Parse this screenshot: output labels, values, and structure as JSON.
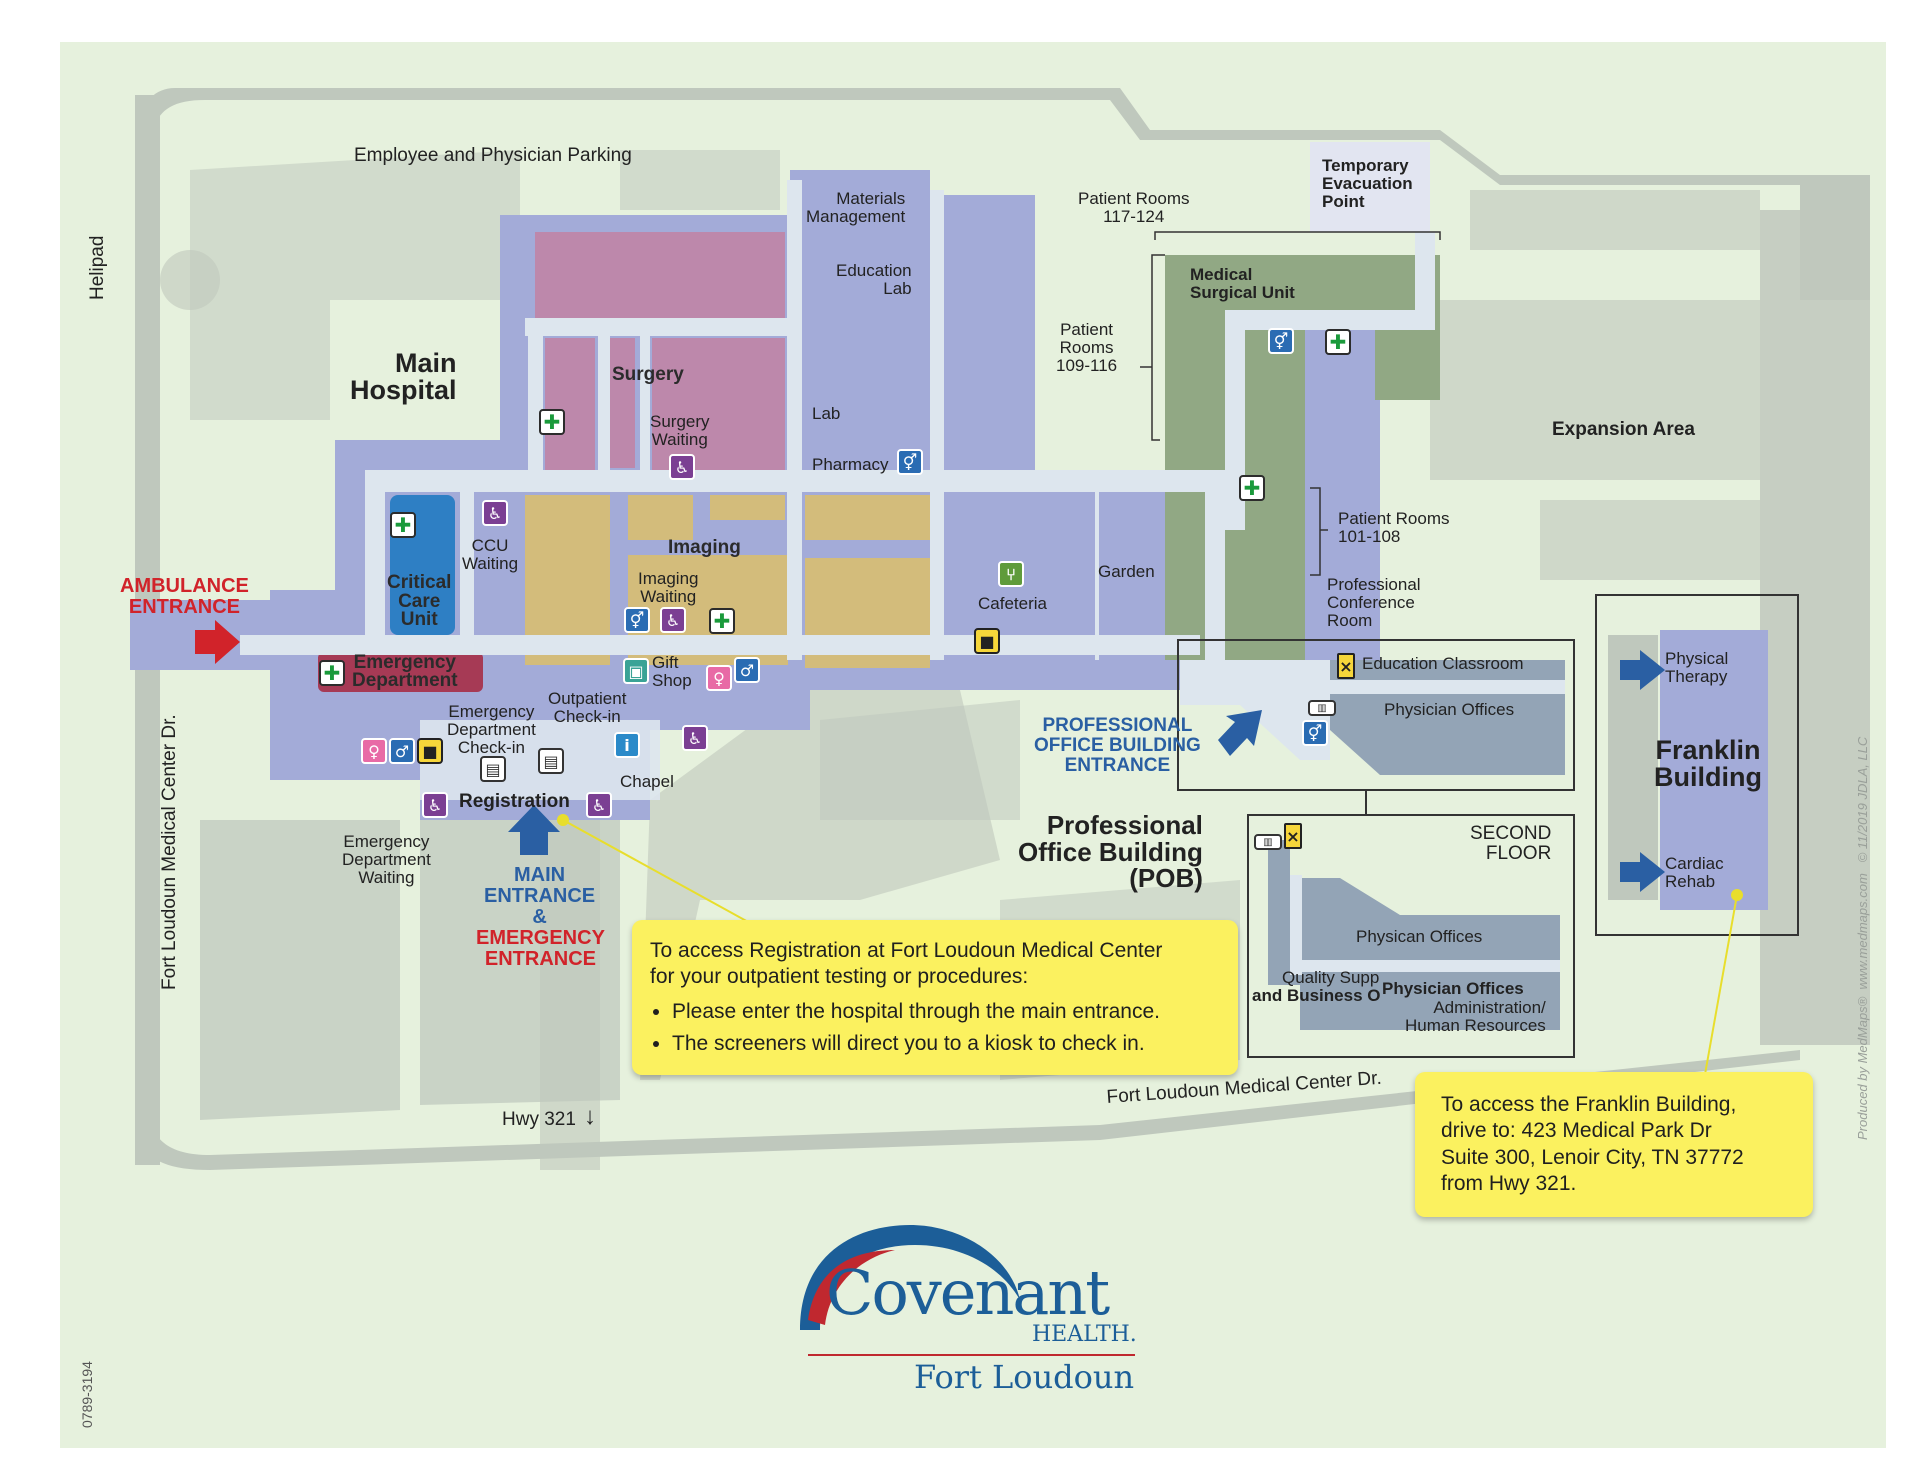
{
  "colors": {
    "background": "#e6f1dd",
    "roads": "#bfc8bd",
    "corridor": "#dde6ee",
    "main_building": "#a3abd8",
    "surgery": "#bd88ab",
    "imaging": "#d3bc7b",
    "critical_care": "#2e7fc4",
    "emergency": "#a63a55",
    "med_surg": "#91a884",
    "pob": "#93a4b6",
    "callout": "#fbf15f",
    "brand_blue": "#1c5e98",
    "brand_red": "#c0282f"
  },
  "map": {
    "parking_label": "Employee and Physician Parking",
    "helipad": "Helipad",
    "main_hospital": "Main\nHospital",
    "surgery": "Surgery",
    "surgery_waiting": "Surgery\nWaiting",
    "materials_mgmt": "Materials\nManagement",
    "education_lab": "Education\nLab",
    "lab": "Lab",
    "pharmacy": "Pharmacy",
    "ccu_waiting": "CCU\nWaiting",
    "imaging": "Imaging",
    "imaging_waiting": "Imaging\nWaiting",
    "critical_care": "Critical\nCare\nUnit",
    "emergency_dept": "Emergency\nDepartment",
    "cafeteria": "Cafeteria",
    "garden": "Garden",
    "gift_shop": "Gift\nShop",
    "outpatient_checkin": "Outpatient\nCheck-in",
    "ed_checkin": "Emergency\nDepartment\nCheck-in",
    "chapel": "Chapel",
    "registration": "Registration",
    "ed_waiting": "Emergency\nDepartment\nWaiting",
    "ambulance_entrance": "AMBULANCE\nENTRANCE",
    "main_entrance": "MAIN\nENTRANCE\n&",
    "emergency_entrance": "EMERGENCY\nENTRANCE",
    "fort_loudoun_dr_vertical": "Fort Loudoun Medical Center Dr.",
    "fort_loudoun_dr": "Fort Loudoun Medical Center Dr.",
    "hwy": "Hwy 321",
    "temp_evac": "Temporary\nEvacuation\nPoint",
    "patient_rooms_117": "Patient Rooms\n117-124",
    "med_surg_unit": "Medical\nSurgical Unit",
    "patient_rooms_109": "Patient\nRooms\n109-116",
    "patient_rooms_101": "Patient Rooms\n101-108",
    "expansion_area": "Expansion Area",
    "prof_conf_room": "Professional\nConference\nRoom",
    "education_classroom": "Education Classroom",
    "physician_offices": "Physician Offices",
    "pob_entrance": "PROFESSIONAL\nOFFICE BUILDING\nENTRANCE",
    "pob_title": "Professional\nOffice Building\n(POB)",
    "second_floor": "SECOND\nFLOOR",
    "physican_offices_2": "Physican Offices",
    "quality_support": "Quality Supp",
    "business_office": "and Business O",
    "physician_offices_bold": "Physician Offices",
    "admin_hr": "Administration/\nHuman Resources",
    "franklin_building": "Franklin\nBuilding",
    "physical_therapy": "Physical\nTherapy",
    "cardiac_rehab": "Cardiac\nRehab",
    "side_credit": "Produced by MedMaps®  www.medmaps.com   © 11/2019 JDLA, LLC",
    "doc_number": "0789-3194"
  },
  "callouts": {
    "registration": {
      "text": "To access Registration at Fort Loudoun Medical Center\nfor your outpatient testing or procedures:",
      "bullets": [
        "Please enter the hospital through the main entrance.",
        "The screeners will direct you to a kiosk to check in."
      ]
    },
    "franklin": {
      "text": "To access the Franklin Building,\ndrive to: 423 Medical Park Dr\nSuite 300, Lenoir City, TN 37772\nfrom Hwy 321."
    }
  },
  "logo": {
    "name": "Covenant",
    "health": "HEALTH.",
    "location": "Fort Loudoun"
  },
  "icons": [
    "first-aid-icon",
    "waiting-room-icon",
    "restroom-icon",
    "information-icon",
    "cafeteria-icon",
    "trash-icon",
    "gift-shop-icon",
    "kiosk-icon",
    "elevator-icon",
    "stairs-icon"
  ]
}
